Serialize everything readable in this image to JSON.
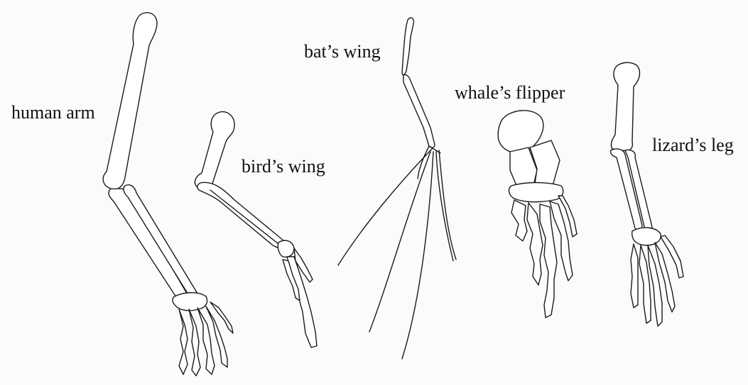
{
  "diagram": {
    "labels": {
      "human_arm": "human arm",
      "bird_wing": "bird’s wing",
      "bat_wing": "bat’s wing",
      "whale_flipper": "whale’s flipper",
      "lizard_leg": "lizard’s leg"
    },
    "colors": {
      "ink": "#1a1a1a",
      "paper": "#fbfbfa"
    }
  }
}
